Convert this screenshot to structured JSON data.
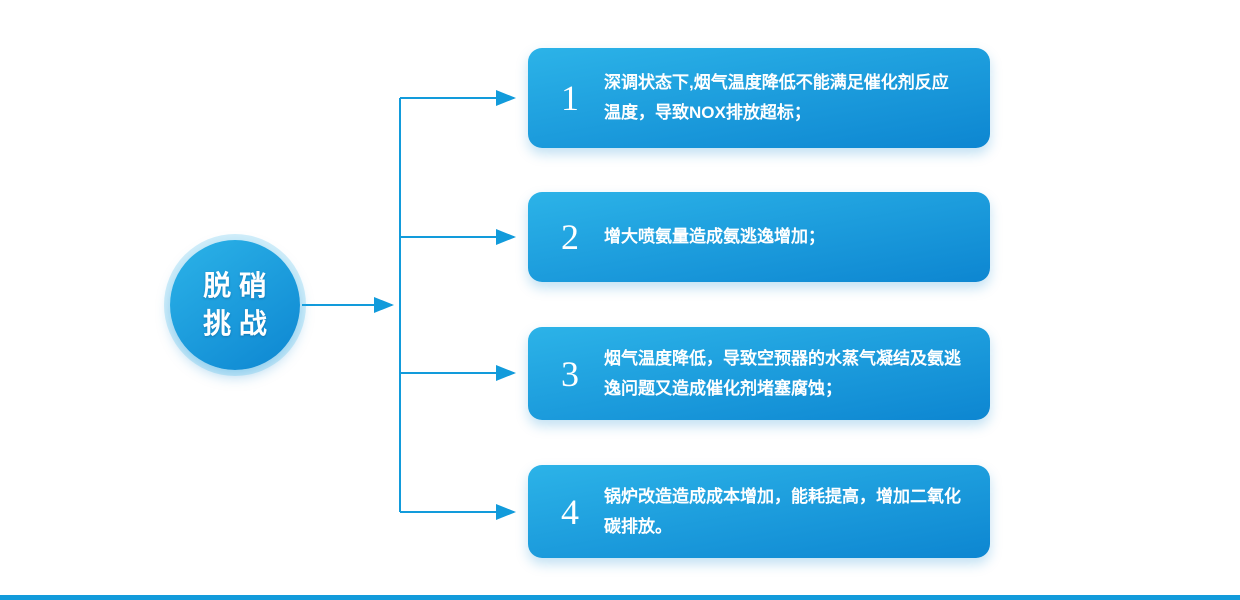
{
  "diagram": {
    "root": {
      "line1": "脱硝",
      "line2": "挑战"
    },
    "items": [
      {
        "number": "1",
        "text": "深调状态下,烟气温度降低不能满足催化剂反应温度，导致NOX排放超标；"
      },
      {
        "number": "2",
        "text": "增大喷氨量造成氨逃逸增加；"
      },
      {
        "number": "3",
        "text": "烟气温度降低，导致空预器的水蒸气凝结及氨逃逸问题又造成催化剂堵塞腐蚀；"
      },
      {
        "number": "4",
        "text": "锅炉改造造成成本增加，能耗提高，增加二氧化碳排放。"
      }
    ],
    "colors": {
      "accent": "#129bdb",
      "box_gradient_start": "#2cb3e8",
      "box_gradient_end": "#0d86d1"
    }
  }
}
